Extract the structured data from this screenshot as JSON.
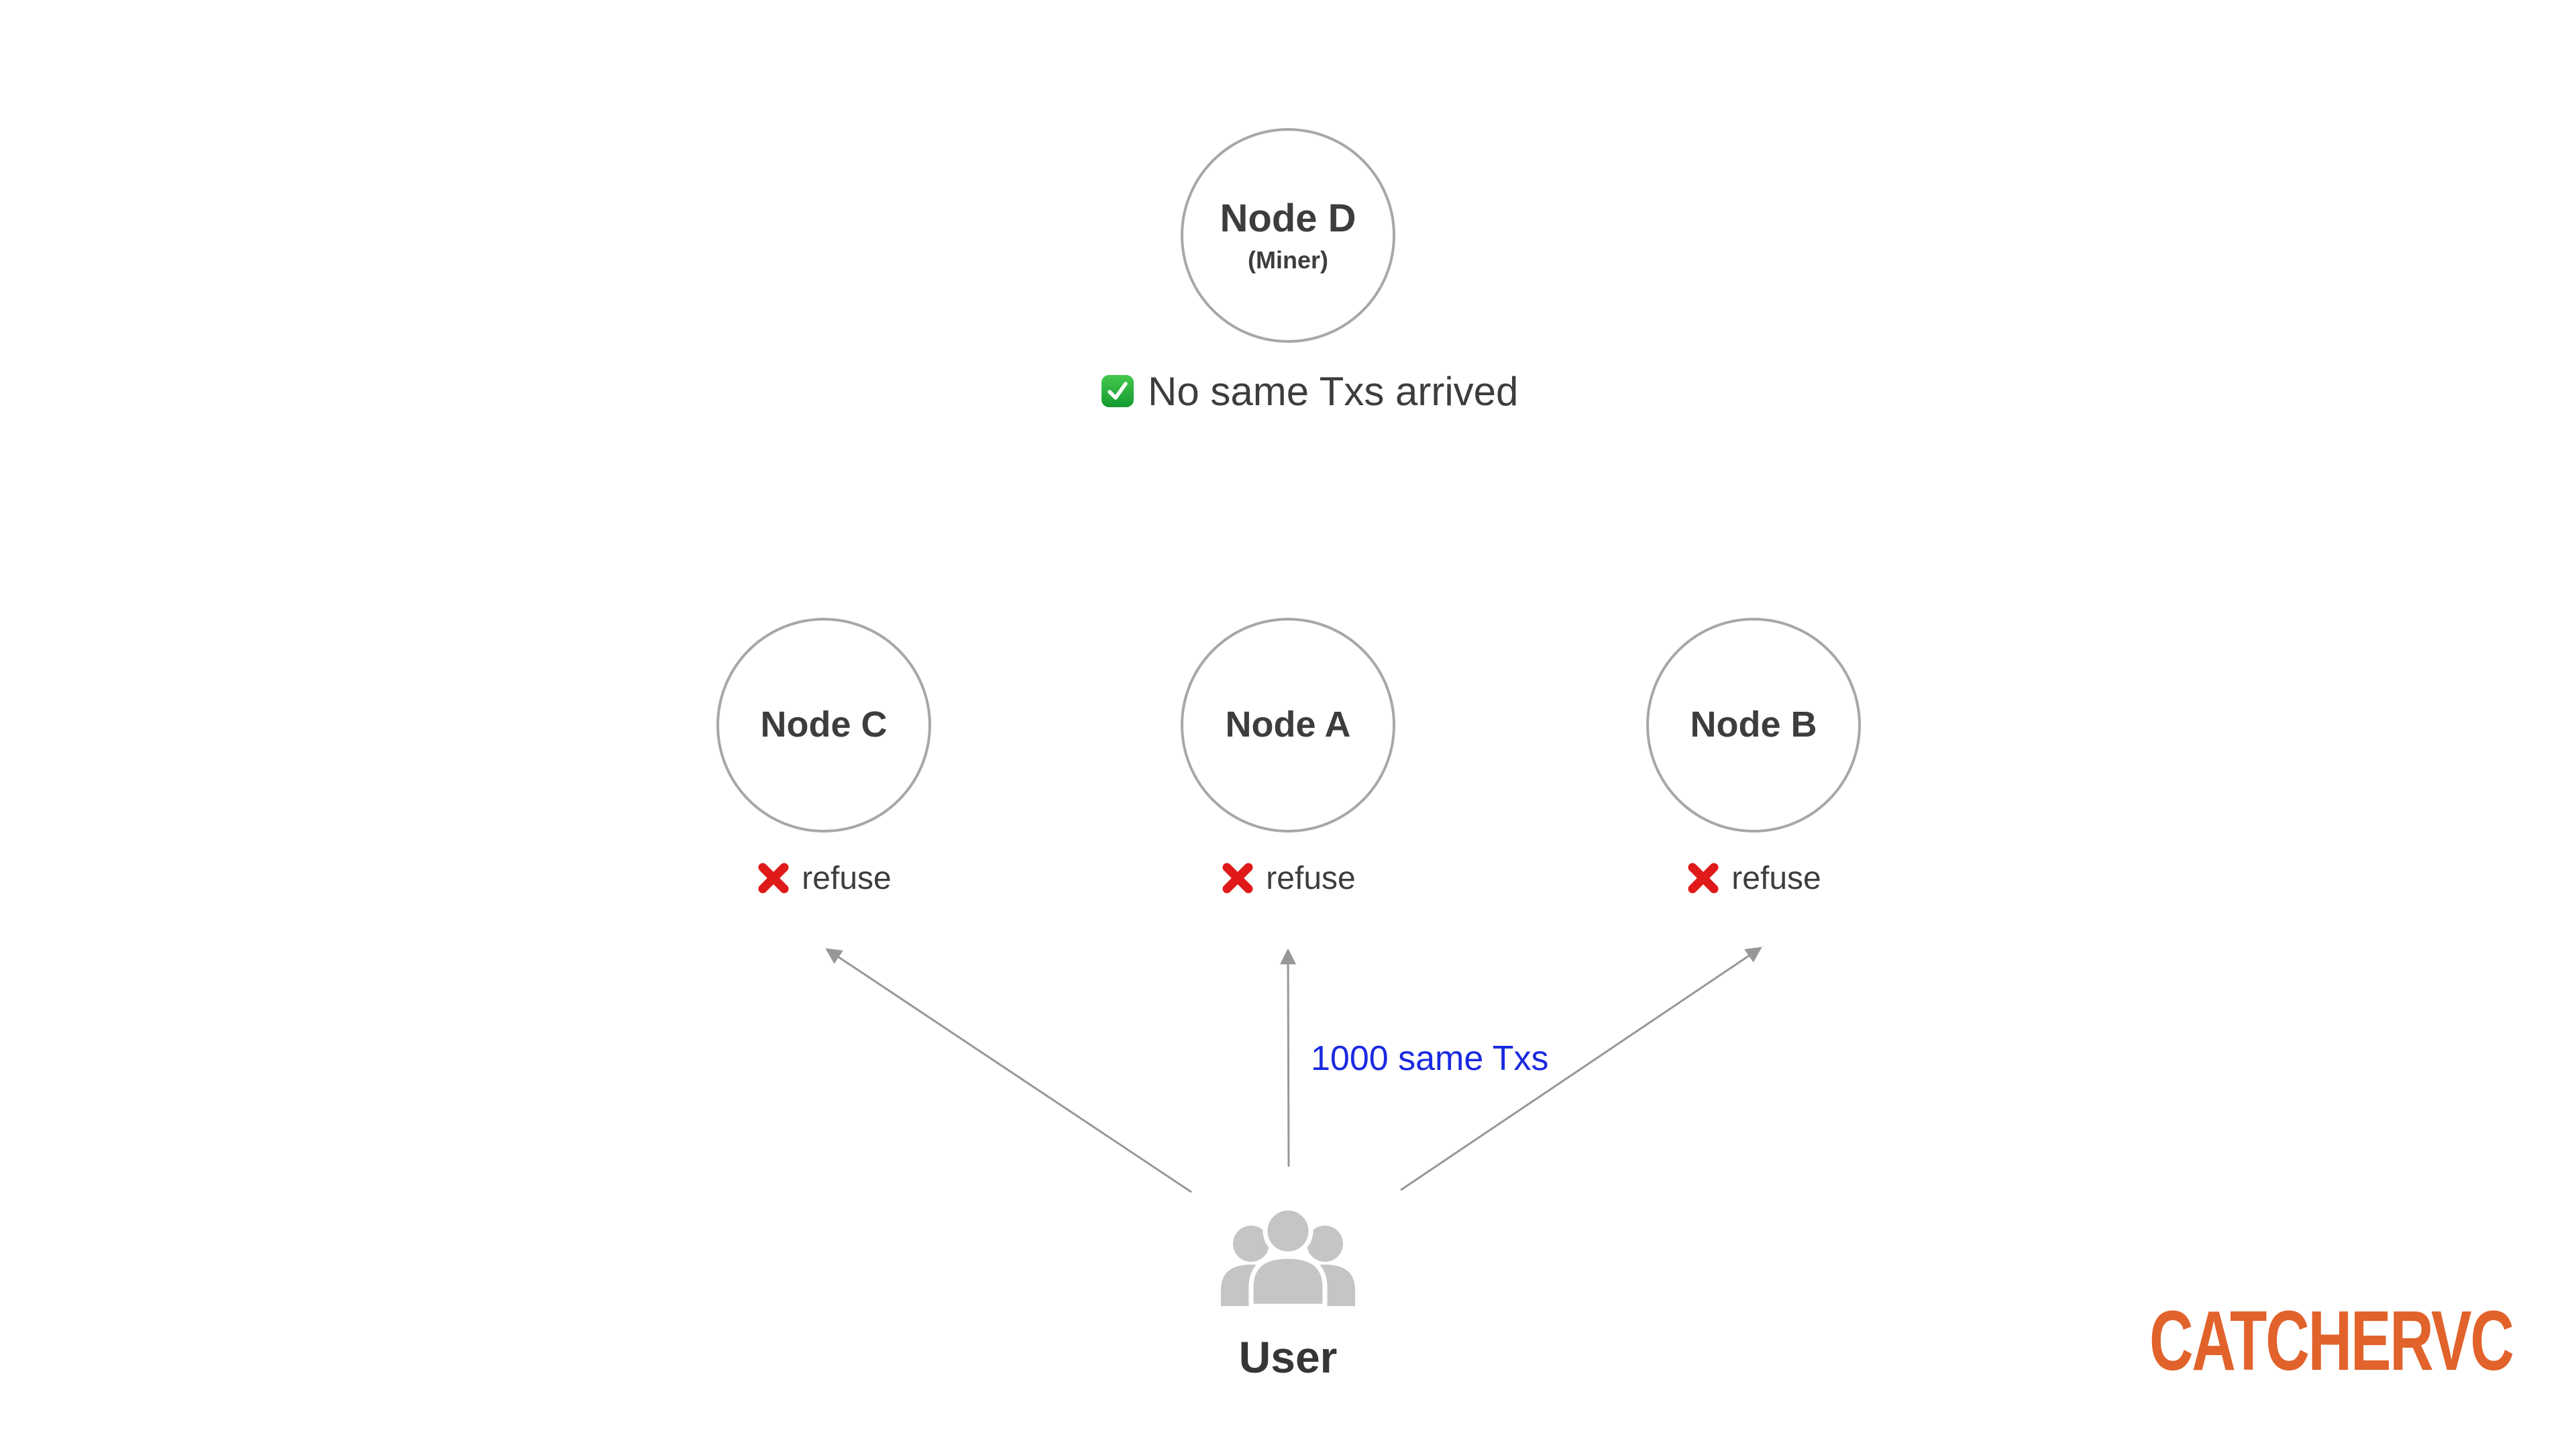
{
  "diagram": {
    "miner_node": {
      "title": "Node D",
      "subtitle": "(Miner)"
    },
    "status_line": {
      "text": "No same Txs arrived"
    },
    "nodes": [
      {
        "label": "Node C",
        "refuse_label": "refuse"
      },
      {
        "label": "Node A",
        "refuse_label": "refuse"
      },
      {
        "label": "Node B",
        "refuse_label": "refuse"
      }
    ],
    "tx_flow_label": "1000 same Txs",
    "user_label": "User",
    "logo_text": "CATCHERVC",
    "colors": {
      "background": "#ffffff",
      "node_border": "#a7a7a7",
      "text": "#3d3d3d",
      "arrow_gray": "#979797",
      "tx_blue": "#1a2ae0",
      "refuse_red": "#e01919",
      "check_green": "#22ac38",
      "user_icon_gray": "#c5c5c5",
      "logo_orange": "#e2622b"
    },
    "icons": {
      "status_ok": "check-mark-icon",
      "refuse": "cross-mark-icon",
      "user": "users-group-icon"
    }
  }
}
